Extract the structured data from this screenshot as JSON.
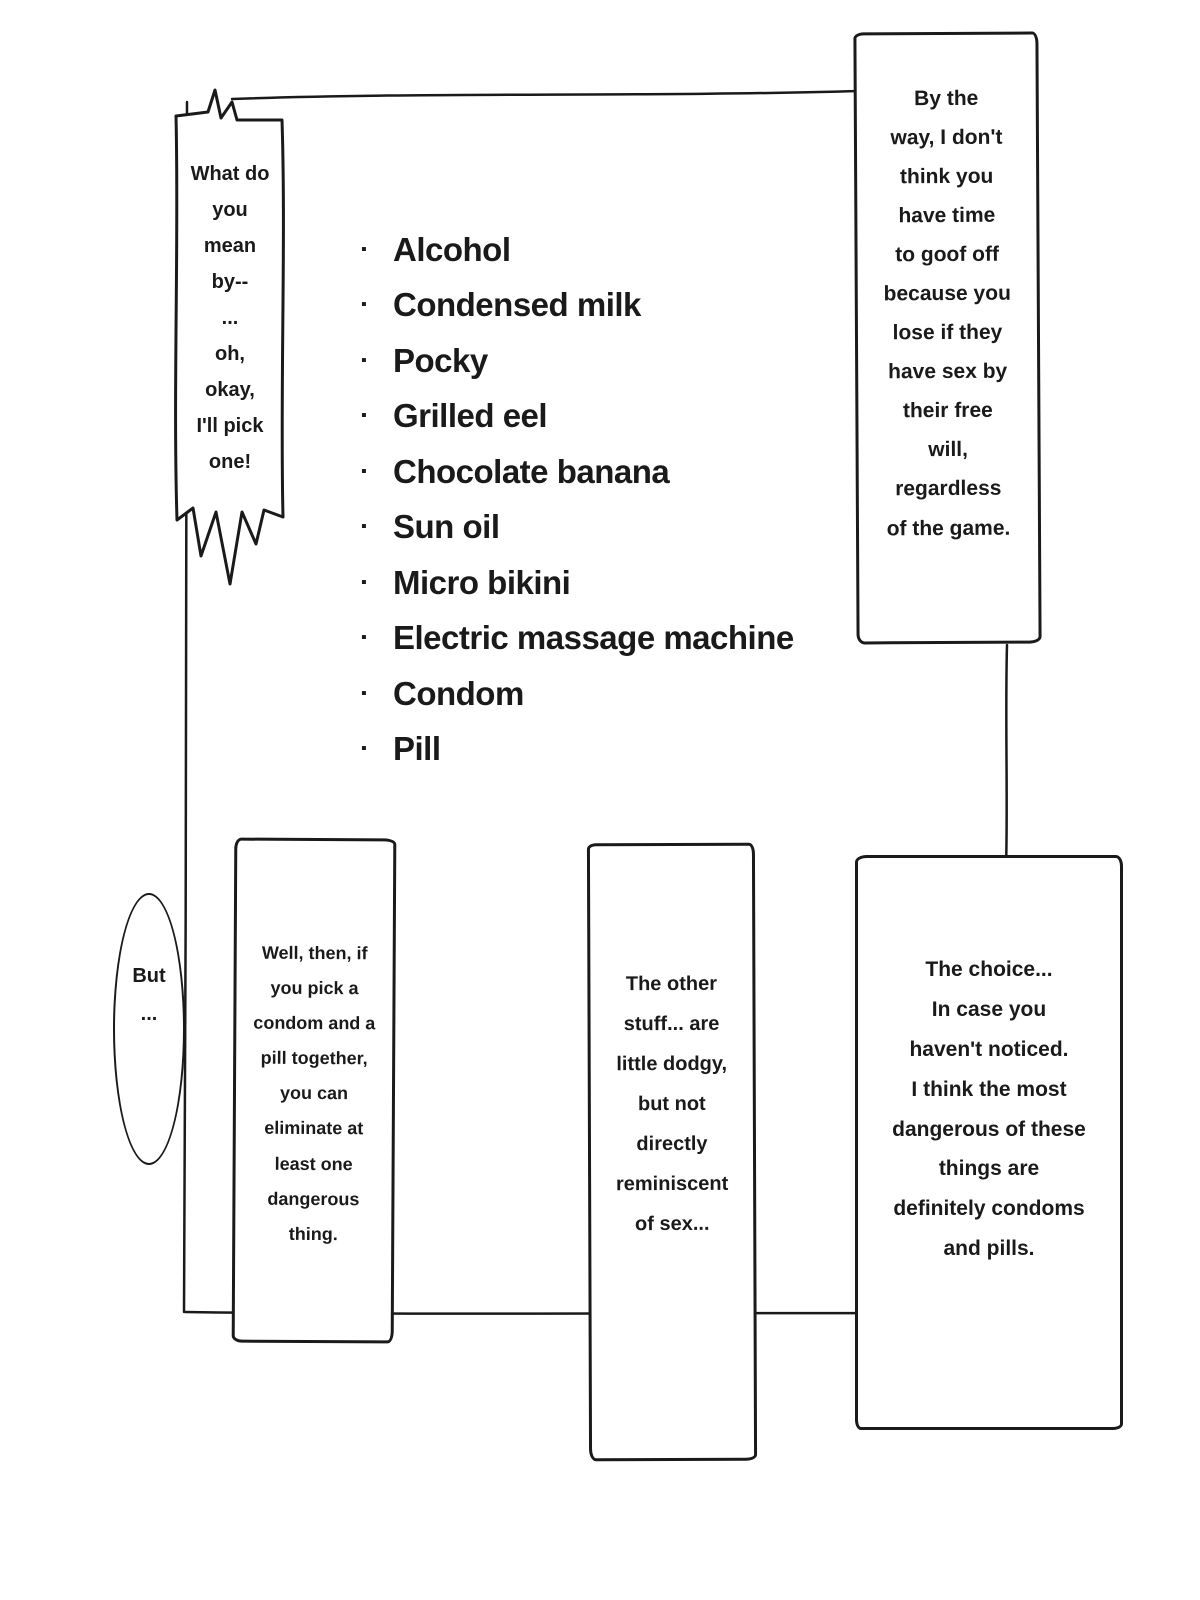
{
  "colors": {
    "ink": "#1a1a1a",
    "paper": "#ffffff"
  },
  "bubbles": {
    "top_left": {
      "text": "What do\nyou\nmean\nby--\n...\noh,\nokay,\nI'll pick\none!"
    },
    "top_right": {
      "text": "By the\nway, I don't\nthink you\nhave time\nto goof off\nbecause you\nlose if they\nhave sex by\ntheir free\nwill,\nregardless\nof the game."
    },
    "but": {
      "text": "But\n..."
    },
    "pick_condom": {
      "text": "Well, then, if\nyou pick a\ncondom and a\npill together,\nyou can\neliminate at\nleast one\ndangerous\nthing."
    },
    "other_stuff": {
      "text": "The other\nstuff... are\nlittle dodgy,\nbut not\ndirectly\nreminiscent\nof sex..."
    },
    "the_choice": {
      "text": "The choice...\nIn case you\nhaven't noticed.\nI think the most\ndangerous of these\nthings are\ndefinitely condoms\nand pills."
    }
  },
  "list": {
    "bullet": "▪",
    "items": [
      "Alcohol",
      "Condensed milk",
      "Pocky",
      "Grilled eel",
      "Chocolate banana",
      "Sun oil",
      "Micro bikini",
      "Electric massage machine",
      "Condom",
      "Pill"
    ]
  }
}
